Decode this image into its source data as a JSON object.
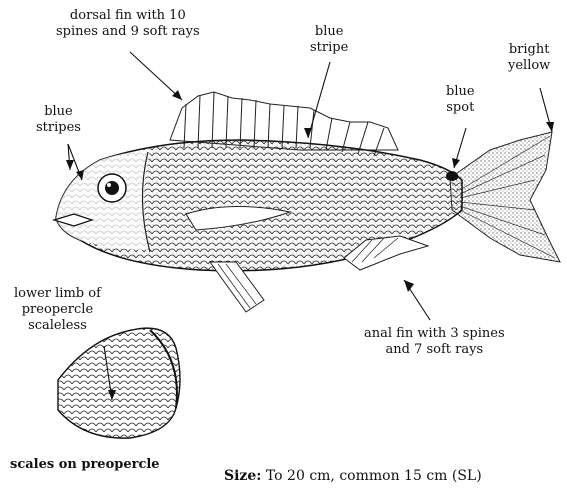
{
  "labels": {
    "dorsal": [
      "dorsal fin with 10",
      "spines and 9 soft rays"
    ],
    "blue_stripe": [
      "blue",
      "stripe"
    ],
    "bright_yellow": [
      "bright",
      "yellow"
    ],
    "blue_stripes": [
      "blue",
      "stripes"
    ],
    "blue_spot": [
      "blue",
      "spot"
    ],
    "preopercle": [
      "lower limb of",
      "preopercle",
      "scaleless"
    ],
    "anal": [
      "anal fin with 3 spines",
      "and 7 soft rays"
    ]
  },
  "caption_scales": "scales on preopercle",
  "size": {
    "label": "Size:",
    "text": "To 20 cm, common 15 cm (SL)"
  },
  "colors": {
    "ink": "#111111",
    "background": "#ffffff"
  }
}
